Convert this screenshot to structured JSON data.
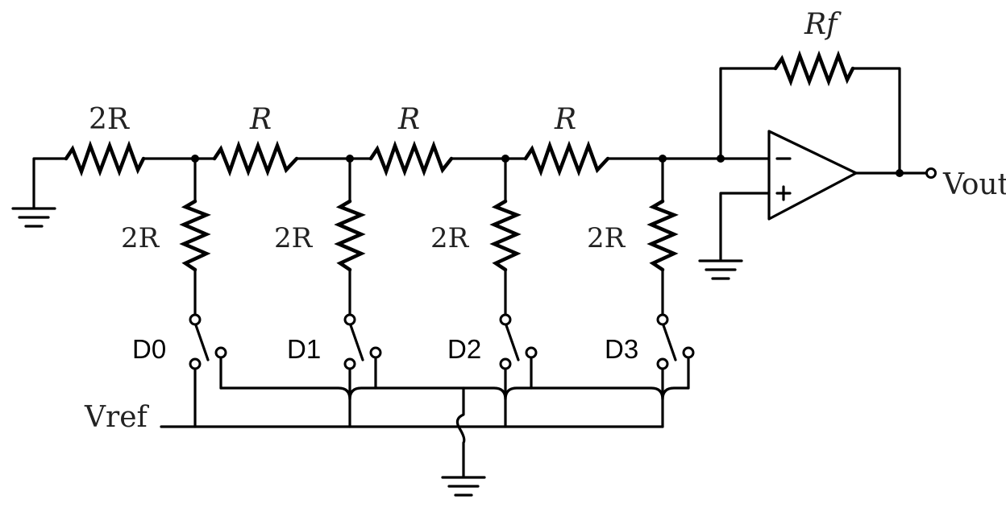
{
  "resistors": {
    "series_labels": [
      "2R",
      "R",
      "R",
      "R"
    ],
    "shunt_labels": [
      "2R",
      "2R",
      "2R",
      "2R"
    ],
    "feedback_label": "Rf"
  },
  "switches": {
    "labels": [
      "D0",
      "D1",
      "D2",
      "D3"
    ]
  },
  "reference": {
    "label": "Vref"
  },
  "output": {
    "label": "Vout"
  },
  "opamp": {
    "minus": "−",
    "plus": "+"
  },
  "colors": {
    "wire": "#000000",
    "background": "#ffffff",
    "text": "#222222"
  }
}
